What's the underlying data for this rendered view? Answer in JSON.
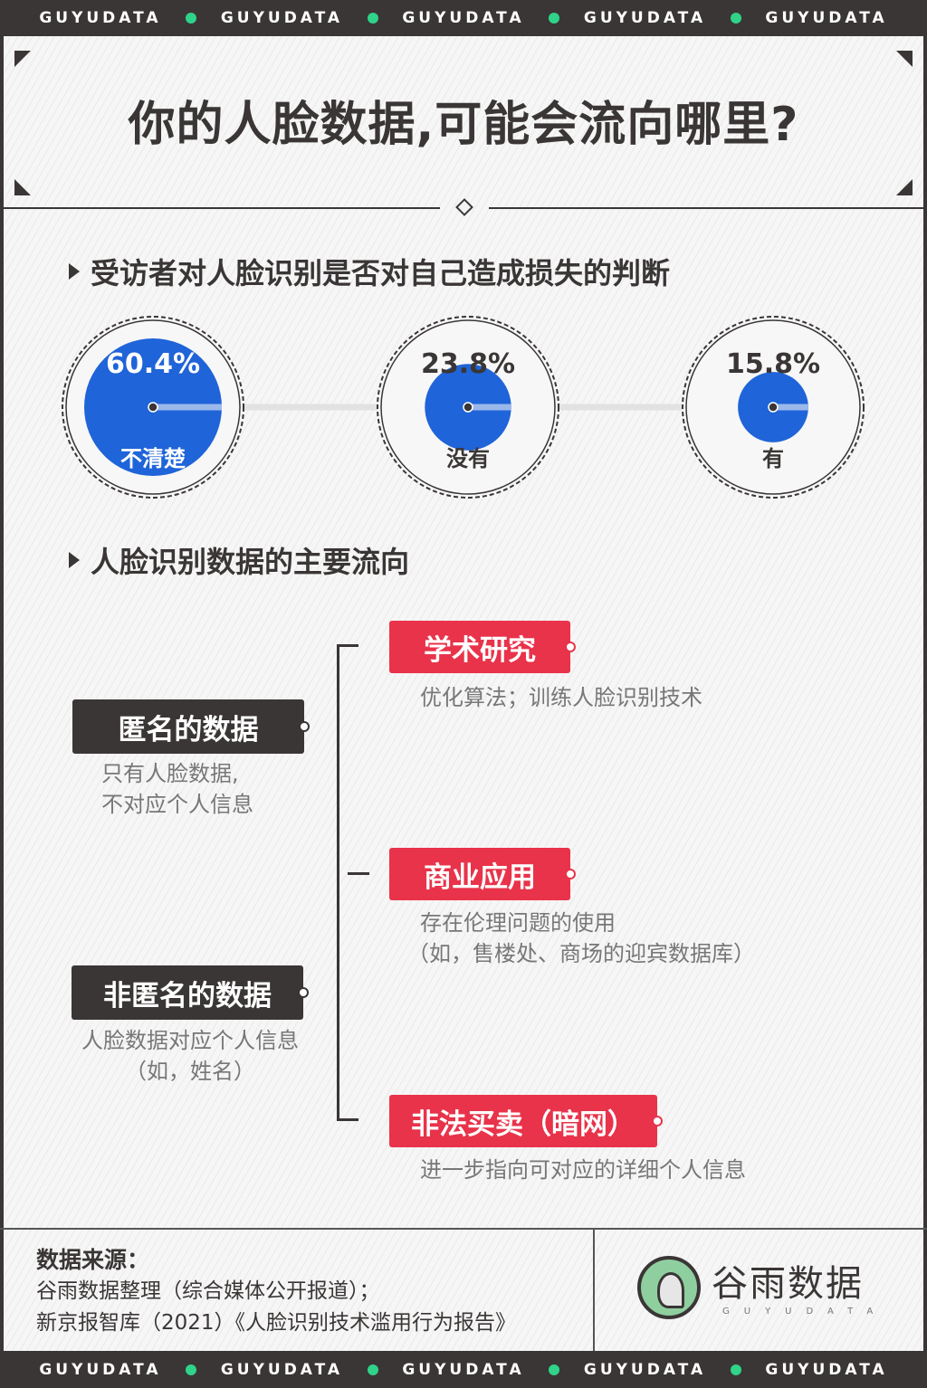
{
  "banner": {
    "text": "GUYUDATA",
    "repeat": 5
  },
  "title": "你的人脸数据,可能会流向哪里?",
  "section1": {
    "heading": "受访者对人脸识别是否对自己造成损失的判断"
  },
  "chart_data": {
    "type": "scatter",
    "title": "受访者对人脸识别是否对自己造成损失的判断",
    "categories": [
      "不清楚",
      "没有",
      "有"
    ],
    "values": [
      60.4,
      23.8,
      15.8
    ],
    "value_labels": [
      "60.4%",
      "23.8%",
      "15.8%"
    ],
    "unit": "%",
    "colors": {
      "bubble": "#1f64d8"
    }
  },
  "section2": {
    "heading": "人脸识别数据的主要流向"
  },
  "sources": [
    {
      "label": "匿名的数据",
      "desc": [
        "只有人脸数据,",
        "不对应个人信息"
      ]
    },
    {
      "label": "非匿名的数据",
      "desc": [
        "人脸数据对应个人信息",
        "（如，姓名）"
      ]
    }
  ],
  "flows": [
    {
      "label": "学术研究",
      "desc": [
        "优化算法；训练人脸识别技术"
      ]
    },
    {
      "label": "商业应用",
      "desc": [
        "存在伦理问题的使用",
        "（如，售楼处、商场的迎宾数据库）"
      ]
    },
    {
      "label": "非法买卖（暗网）",
      "desc": [
        "进一步指向可对应的详细个人信息"
      ]
    }
  ],
  "footer": {
    "heading": "数据来源：",
    "lines": [
      "谷雨数据整理（综合媒体公开报道）；",
      "新京报智库（2021）《人脸识别技术滥用行为报告》"
    ],
    "logo_text": "谷雨数据",
    "logo_sub": "GUYUDATA"
  },
  "colors": {
    "dark": "#3a3635",
    "red": "#e8334a",
    "blue": "#1f64d8",
    "green": "#2fd38a"
  }
}
